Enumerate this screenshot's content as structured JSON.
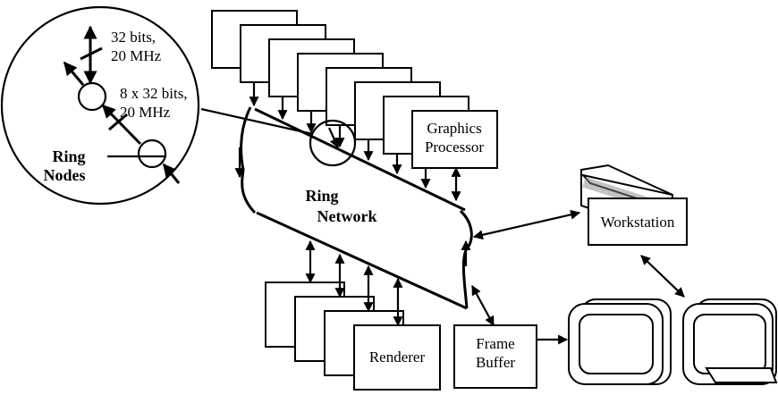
{
  "labels": {
    "bus_main": "32 bits,",
    "bus_main_freq": "20 MHz",
    "bus_wide": "8 x 32 bits,",
    "bus_wide_freq": "20 MHz",
    "ring_nodes_1": "Ring",
    "ring_nodes_2": "Nodes",
    "graphics_processor_1": "Graphics",
    "graphics_processor_2": "Processor",
    "ring_network_1": "Ring",
    "ring_network_2": "Network",
    "workstation": "Workstation",
    "renderer": "Renderer",
    "frame_buffer_1": "Frame",
    "frame_buffer_2": "Buffer"
  },
  "colors": {
    "ink": "#000000",
    "paper": "#ffffff"
  },
  "icons": [
    "workstation-icon",
    "monitor-icon",
    "ring-node-icon",
    "arrow-icon"
  ]
}
